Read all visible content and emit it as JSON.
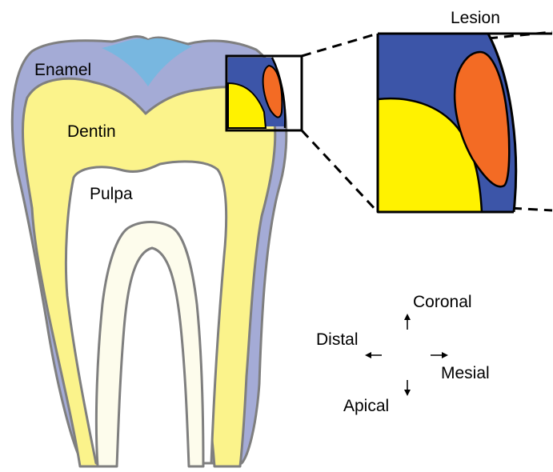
{
  "labels": {
    "enamel": "Enamel",
    "dentin": "Dentin",
    "pulpa": "Pulpa",
    "lesion": "Lesion"
  },
  "orientation": {
    "coronal": "Coronal",
    "distal": "Distal",
    "mesial": "Mesial",
    "apical": "Apical"
  },
  "colors": {
    "enamel": "#a4abd6",
    "enamel_outline": "#7f7f7f",
    "enamel_cap": "#78b7e0",
    "dentin": "#fbf38b",
    "pulpa": "#ffffff",
    "root_canal_tissue": "#fdfcec",
    "zoom_enamel": "#3c55a8",
    "zoom_dentin": "#fff200",
    "lesion": "#f36b24",
    "outline": "#000000"
  }
}
